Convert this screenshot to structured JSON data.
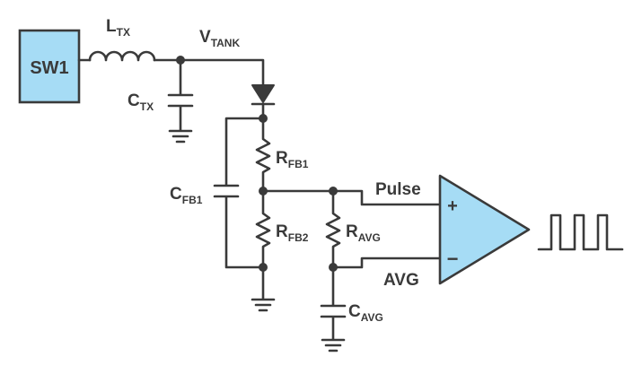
{
  "block": {
    "label": "SW1",
    "fill": "#a6dcf5"
  },
  "opamp": {
    "fill": "#a6dcf5",
    "plus": "+",
    "minus": "−"
  },
  "labels": {
    "ltx": {
      "main": "L",
      "sub": "TX"
    },
    "vtank": {
      "main": "V",
      "sub": "TANK"
    },
    "ctx": {
      "main": "C",
      "sub": "TX"
    },
    "rfb1": {
      "main": "R",
      "sub": "FB1"
    },
    "cfb1": {
      "main": "C",
      "sub": "FB1"
    },
    "rfb2": {
      "main": "R",
      "sub": "FB2"
    },
    "ravg": {
      "main": "R",
      "sub": "AVG"
    },
    "cavg": {
      "main": "C",
      "sub": "AVG"
    },
    "pulse": "Pulse",
    "avg": "AVG"
  },
  "colors": {
    "wire": "#3a3a3a",
    "blue": "#a6dcf5"
  }
}
